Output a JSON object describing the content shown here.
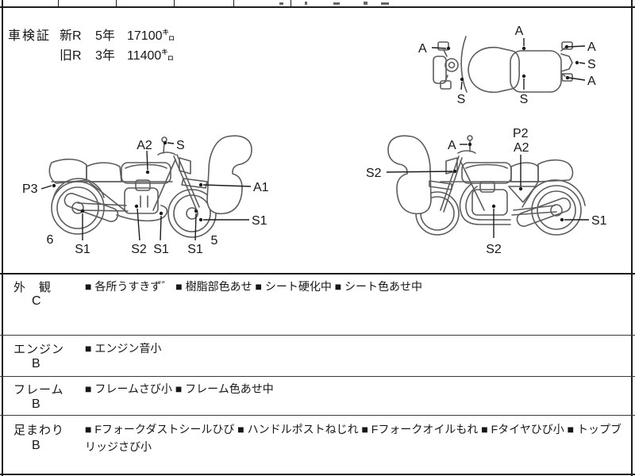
{
  "colors": {
    "ink": "#161616",
    "line_art": "#5c5c5c"
  },
  "header": {
    "title": "車検証",
    "rows": [
      {
        "era": "新R",
        "years": "5年",
        "mileage": "17100㌔"
      },
      {
        "era": "旧R",
        "years": "3年",
        "mileage": "11400㌔"
      }
    ]
  },
  "diagrams": {
    "top_view": {
      "labels": {
        "front_a": "A",
        "tank_a": "A",
        "rear_top_a": "A",
        "rear_mid_s": "S",
        "rear_bottom_a": "A",
        "front_s": "S",
        "seat_s": "S"
      }
    },
    "left_bike": {
      "labels": {
        "a2": "A2",
        "s_mirror": "S",
        "p3": "P3",
        "a1": "A1",
        "s1_front_wheel": "S1",
        "s1_muffler": "S1",
        "s2_engine": "S2",
        "s1_exhaust": "S1",
        "s1_fork": "S1",
        "tread_rear": "6",
        "tread_front": "5"
      }
    },
    "right_bike": {
      "labels": {
        "a_mirror": "A",
        "p2": "P2",
        "a2": "A2",
        "s2_front": "S2",
        "s2_engine": "S2",
        "s1_rear_wheel": "S1"
      }
    }
  },
  "condition": {
    "rows": [
      {
        "category": "外　観",
        "grade": "C",
        "notes": "■ 各所うすきず゛ ■ 樹脂部色あせ ■ シート硬化中 ■ シート色あせ中"
      },
      {
        "category": "エンジン",
        "grade": "B",
        "notes": "■ エンジン音小"
      },
      {
        "category": "フレーム",
        "grade": "B",
        "notes": "■ フレームさび小 ■ フレーム色あせ中"
      },
      {
        "category": "足まわり",
        "grade": "B",
        "notes": "■ Fフォークダストシールひび ■ ハンドルポストねじれ ■ Fフォークオイルもれ ■ Fタイヤひび小 ■ トップブリッジさび小"
      }
    ]
  }
}
